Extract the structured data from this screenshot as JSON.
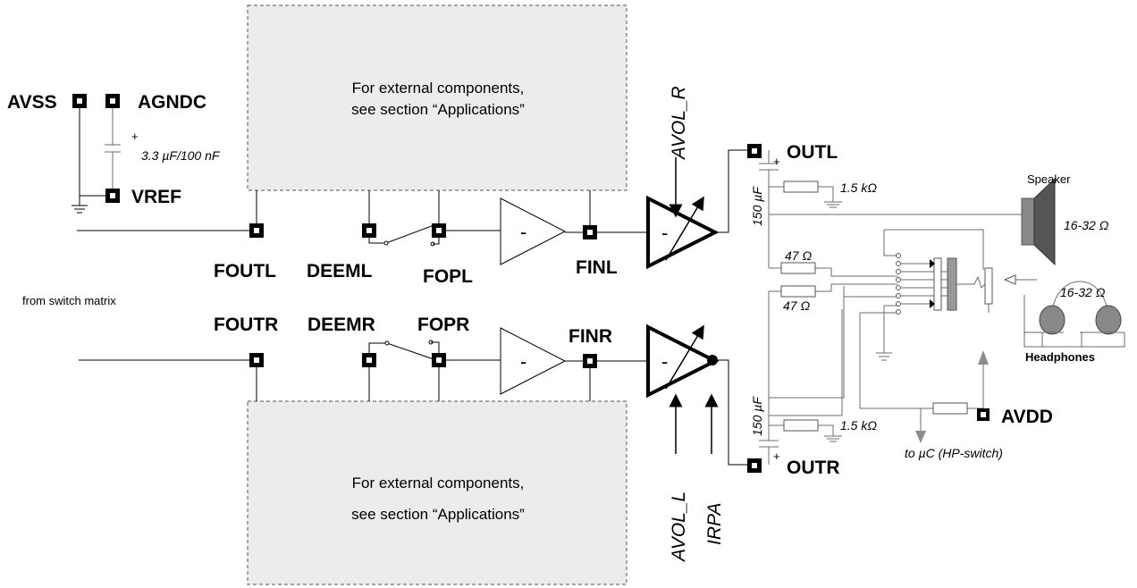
{
  "blocks": {
    "ext_top": {
      "line1": "For external components,",
      "line2": "see section “Applications”"
    },
    "ext_bottom": {
      "line1": "For external components,",
      "line2": "see section “Applications”"
    }
  },
  "pins": {
    "avss": "AVSS",
    "agndc": "AGNDC",
    "vref": "VREF",
    "foutl": "FOUTL",
    "deeml": "DEEML",
    "fopl": "FOPL",
    "finl": "FINL",
    "outl": "OUTL",
    "foutr": "FOUTR",
    "deemr": "DEEMR",
    "fopr": "FOPR",
    "finr": "FINR",
    "outr": "OUTR",
    "avdd": "AVDD"
  },
  "components": {
    "cap_ref": "3.3 µF/100 nF",
    "cap_ref_plus": "+",
    "cap_outl": "150 µF",
    "cap_outr": "150 µF",
    "res_top": "1.5 kΩ",
    "res_bottom": "1.5 kΩ",
    "res_47_top": "47 Ω",
    "res_47_bottom": "47 Ω",
    "speaker_label": "Speaker",
    "speaker_imp": "16-32 Ω",
    "headphone_imp": "16-32 Ω",
    "headphones_label": "Headphones",
    "to_uc": "to µC (HP-switch)",
    "from_switch": "from switch matrix",
    "plus_top": "+",
    "plus_bottom": "+"
  },
  "signals": {
    "avol_r": "AVOL_R",
    "avol_l": "AVOL_L",
    "irpa": "IRPA",
    "minus_symbol": "-"
  }
}
